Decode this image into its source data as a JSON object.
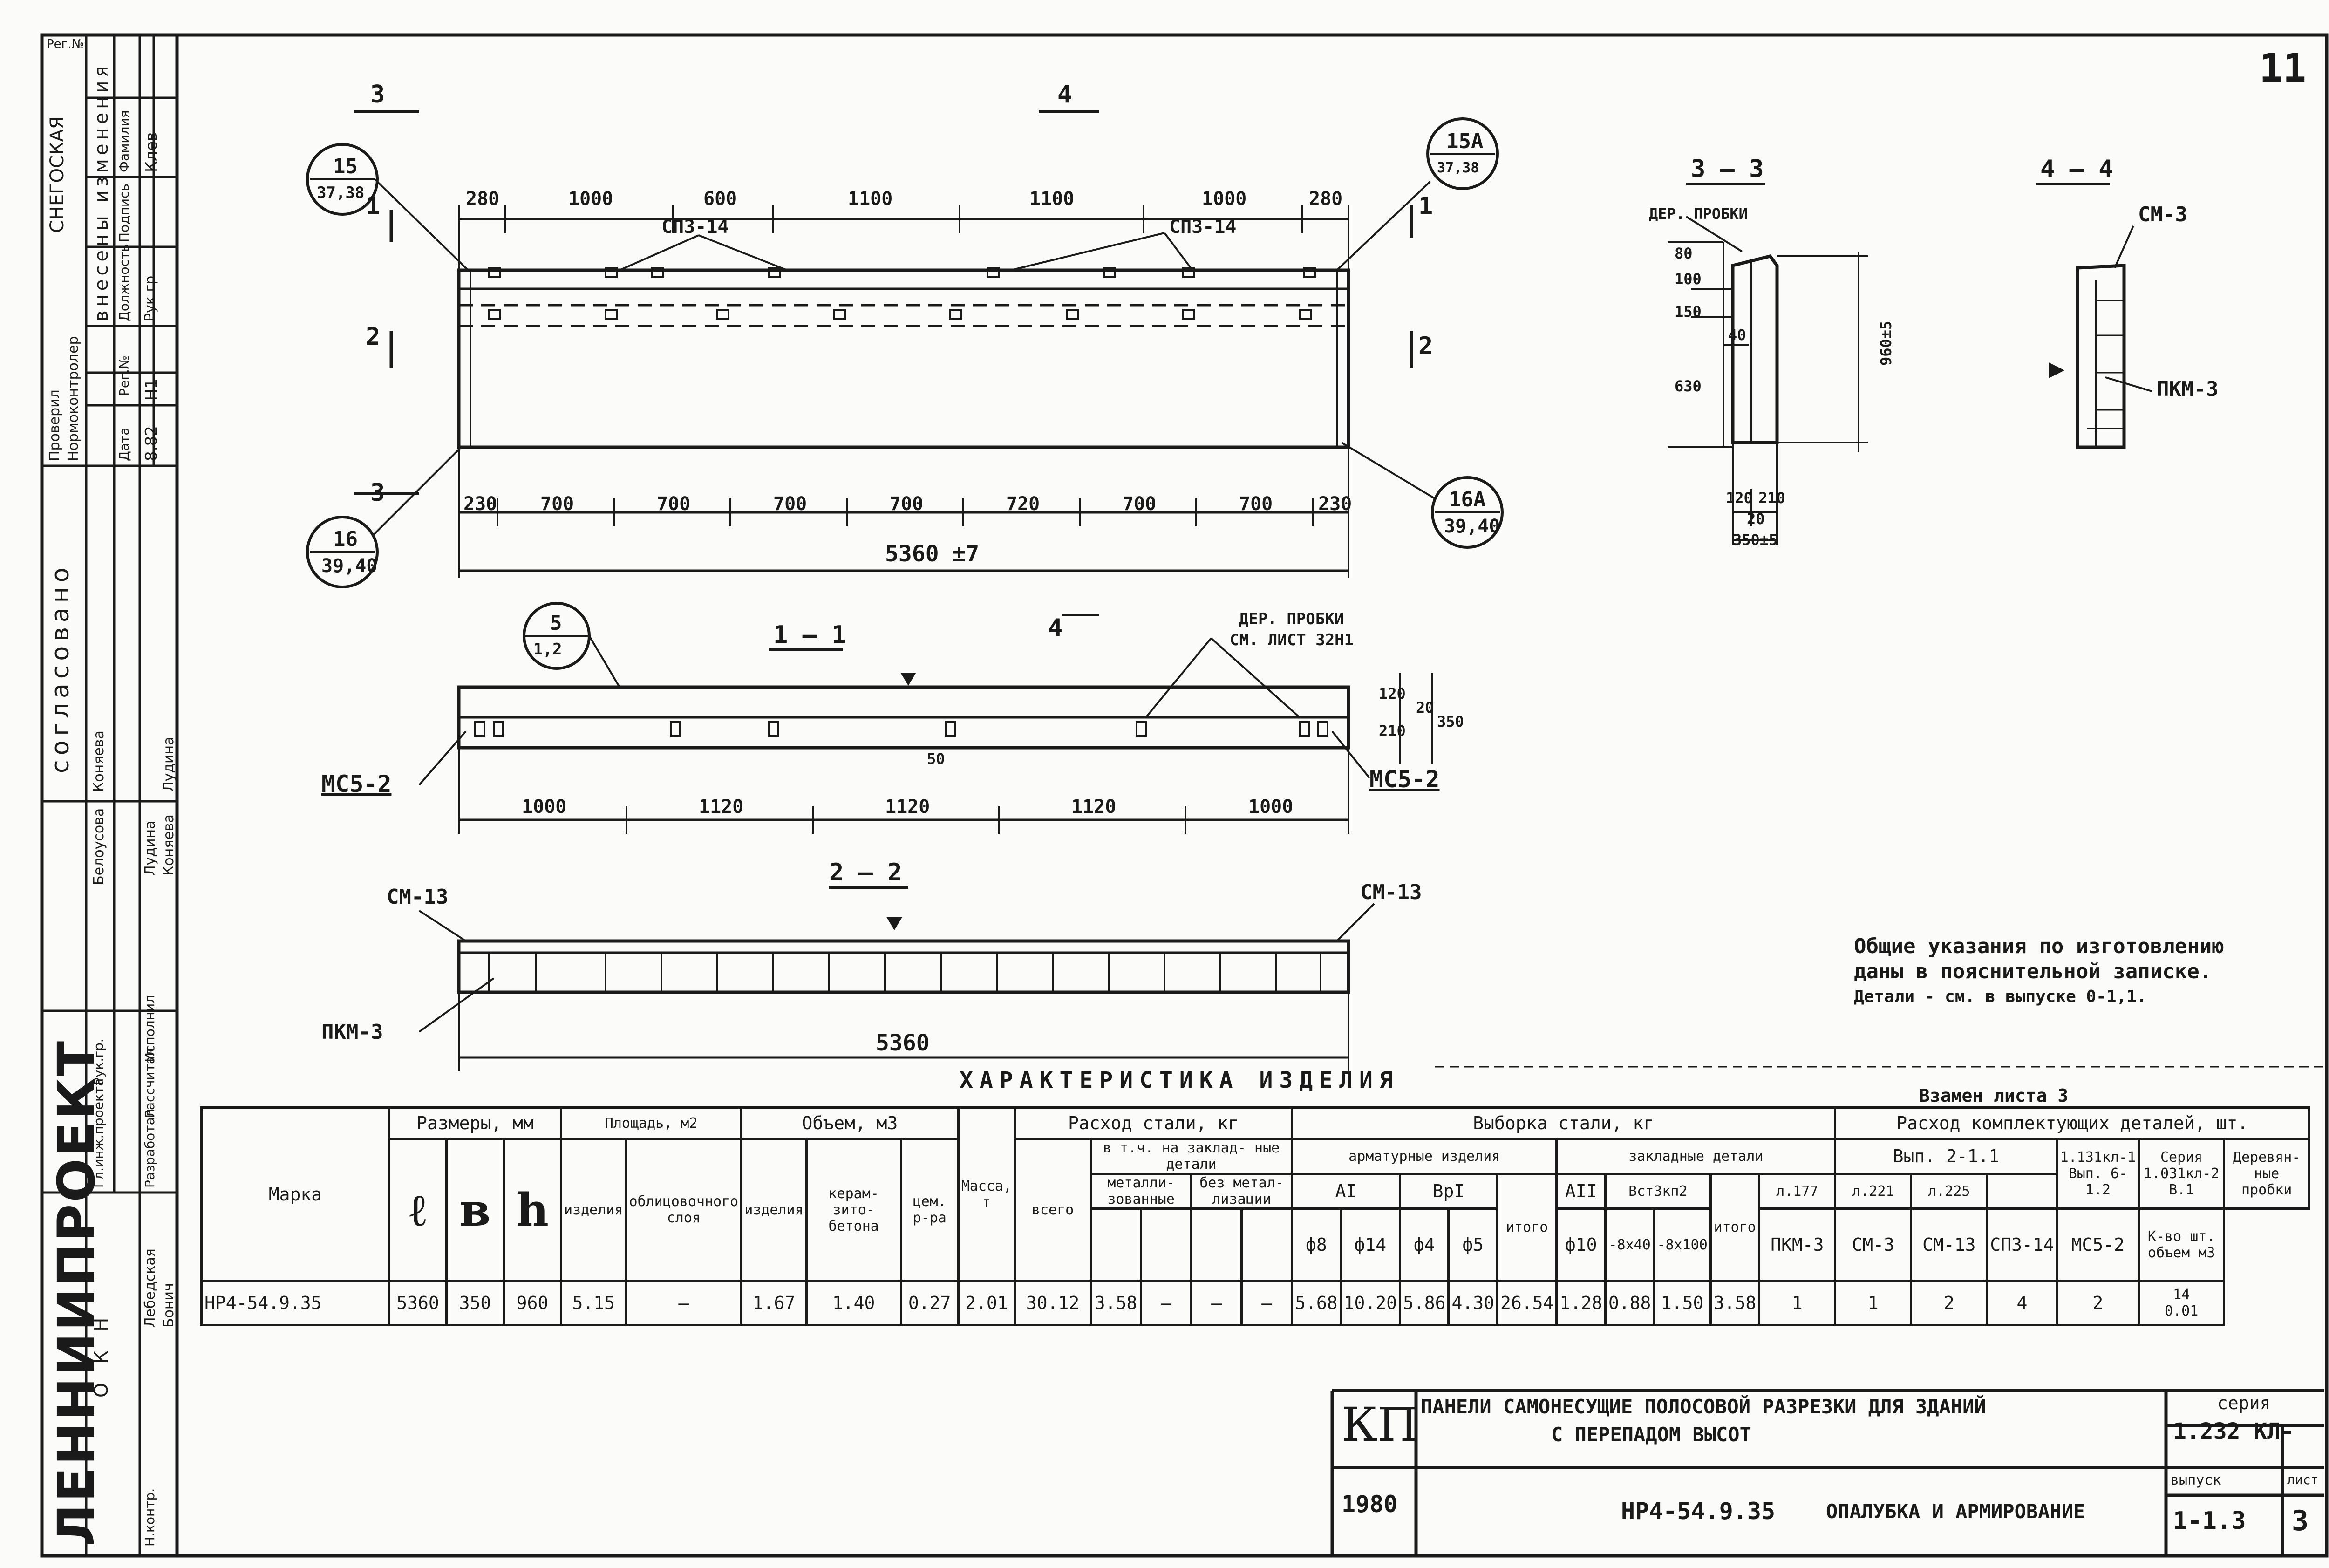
{
  "sheet": {
    "number": "11",
    "stamp_top": "Рег.№"
  },
  "views": {
    "main": {
      "callouts": [
        {
          "top": "15",
          "bottom": "37,38"
        },
        {
          "top": "15А",
          "bottom": "37,38"
        },
        {
          "top": "16",
          "bottom": "39,40"
        },
        {
          "top": "16А",
          "bottom": "39,40"
        }
      ],
      "top_dims": [
        "280",
        "1000",
        "600",
        "1100",
        "1100",
        "1000",
        "280"
      ],
      "bottom_dims": [
        "230",
        "700",
        "700",
        "700",
        "700",
        "720",
        "700",
        "700",
        "230"
      ],
      "overall": "5360 ±7",
      "labels": {
        "sp_left": "СПЗ-14",
        "sp_right": "СПЗ-14"
      },
      "section_marks": [
        "3",
        "4",
        "1",
        "1",
        "2",
        "2",
        "3",
        "4"
      ]
    },
    "sec11": {
      "title": "1 — 1",
      "callout": {
        "top": "5",
        "bottom": "1,2"
      },
      "label_wood": "ДЕР. ПРОБКИ",
      "label_wood2": "СМ. ЛИСТ 32Н1",
      "dims": [
        "1000",
        "1120",
        "1120",
        "1120",
        "1000"
      ],
      "right_dims": [
        "120",
        "210",
        "20",
        "350"
      ],
      "mid_dim": "50",
      "mark_left": "МС5-2",
      "mark_right": "МС5-2"
    },
    "sec22": {
      "title": "2 — 2",
      "left_label": "СМ-13",
      "right_label": "СМ-13",
      "bottom_label": "ПКМ-3",
      "overall": "5360"
    },
    "sec33": {
      "title": "3 — 3",
      "label_wood": "ДЕР. ПРОБКИ",
      "left_dims": [
        "80",
        "100",
        "150",
        "630"
      ],
      "height_dim": "960±5",
      "small_dim": "40",
      "bottom_dims": [
        "120",
        "210",
        "20",
        "350±5"
      ]
    },
    "sec44": {
      "title": "4 — 4",
      "label_top": "СМ-3",
      "label_side": "ПКМ-3"
    }
  },
  "general_notes": [
    "Общие указания по изготовлению",
    "даны в пояснительной записке.",
    "Детали - см. в выпуске 0-1,1."
  ],
  "table": {
    "title": "ХАРАКТЕРИСТИКА    ИЗДЕЛИЯ",
    "reference": "Взамен листа 3",
    "headers": {
      "mark": "Марка",
      "dimensions": "Размеры, мм",
      "dim_l": "ℓ",
      "dim_b": "в",
      "dim_h": "h",
      "area": "Площадь, м2",
      "area_product": "изделия",
      "area_facing": "облицовочного слоя",
      "volume": "Объем, м3",
      "vol_product": "изделия",
      "vol_ceramsite": "керам- зито- бетона",
      "vol_cement": "цем. р-ра",
      "mass": "Масса, т",
      "steel": "Расход стали, кг",
      "steel_total": "всего",
      "steel_incl": "в т.ч. на заклад- ные детали",
      "steel_metal": "металли- зованные",
      "steel_nometal": "без метал- лизации",
      "selection": "Выборка стали, кг",
      "reinf": "арматурные изделия",
      "embedded": "закладные детали",
      "cls_a1": "АI",
      "cls_b1": "ВрI",
      "cls_a2": "АII",
      "cls_st": "Вст3кп2",
      "d8": "ф8",
      "d14": "ф14",
      "d4": "ф4",
      "d5": "ф5",
      "total": "итого",
      "d10": "ф10",
      "s40": "-8х40",
      "s100": "-8х100",
      "parts": "Расход комплектующих деталей, шт.",
      "vyp": "Вып. 2-1.1",
      "series2": "1.131кл-1 Вып. 6-1.2",
      "series3": "Серия 1.031кл-2",
      "series3b": "В.1",
      "wood": "Деревян- ные пробки",
      "l177": "л.177",
      "l221": "л.221",
      "l225": "л.225",
      "pkm3": "ПКМ-3",
      "sm3": "СМ-3",
      "sm13": "СМ-13",
      "sp3": "СПЗ-14",
      "mcs": "МС5-2",
      "wood_note": "К-во шт.",
      "wood_sub": "объем м3"
    },
    "row": {
      "mark": "НР4-54.9.35",
      "l": "5360",
      "b": "350",
      "h": "960",
      "area_product": "5.15",
      "area_facing": "–",
      "vol_product": "1.67",
      "vol_ceramsite": "1.40",
      "vol_cement": "0.27",
      "mass": "2.01",
      "steel_total": "30.12",
      "steel_metal_a": "3.58",
      "steel_metal_b": "–",
      "steel_nometal_a": "–",
      "steel_nometal_b": "–",
      "d8": "5.68",
      "d14": "10.20",
      "d4": "5.86",
      "d5": "4.30",
      "reinf_total": "26.54",
      "d10": "1.28",
      "s40": "0.88",
      "s100": "1.50",
      "emb_total": "3.58",
      "pkm3": "1",
      "sm3": "1",
      "sm13": "2",
      "sp3": "4",
      "mcs": "2",
      "wood_qty": "14",
      "wood_vol": "0.01"
    }
  },
  "title_block": {
    "org": "КП",
    "line1": "ПАНЕЛИ САМОНЕСУЩИЕ ПОЛОСОВОЙ РАЗРЕЗКИ ДЛЯ ЗДАНИЙ",
    "line2": "С ПЕРЕПАДОМ ВЫСОТ",
    "year": "1980",
    "mark": "НР4-54.9.35",
    "sheet_title": "ОПАЛУБКА И АРМИРОВАНИЕ",
    "series_label": "серия",
    "series": "1.232 КЛ-",
    "issue_label": "выпуск",
    "issue": "1-1.3",
    "sheet_label": "лист",
    "sheet": "3"
  },
  "side_stamp": {
    "institute": "ЛЕННИИПРОЕКТ",
    "agreed": "согласовано",
    "changes": "внесены изменения",
    "roles": [
      "Гл.инж.проекта",
      "Рук.гр.",
      "Разработал",
      "Рассчитал",
      "Исполнил",
      "Н.контр."
    ],
    "names": [
      "Белоусова",
      "Коняева",
      "Лудина",
      "Коняева",
      "Лудина"
    ],
    "change_cols": [
      "Дата",
      "Рег.№",
      "Должность",
      "Подпись",
      "Фамилия"
    ],
    "change_vals": [
      "8.82",
      "Н1",
      "Рук.гр.",
      "",
      "Клев"
    ],
    "checked": "Проверил",
    "normcontrol": "Нормоконтролер",
    "okn": "О К Н",
    "snegov": "СНЕГОСКАЯ",
    "names2": [
      "Лебедская",
      "Бонич"
    ]
  }
}
